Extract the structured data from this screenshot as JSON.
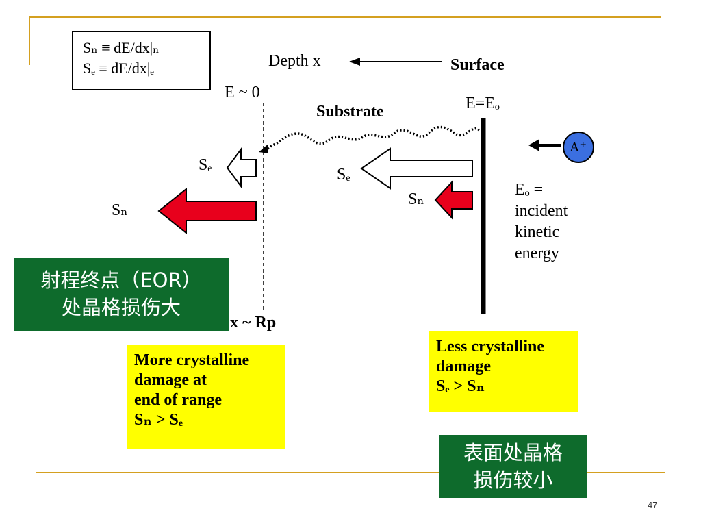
{
  "legend": {
    "sn_def": "Sₙ ≡ dE/dx|ₙ",
    "se_def": "Sₑ ≡ dE/dx|ₑ"
  },
  "diagram": {
    "depth_label": "Depth x",
    "surface_label": "Surface",
    "substrate_label": "Substrate",
    "e_zero_label": "E ~ 0",
    "e_eo_label": "E=Eₒ",
    "ion_label": "A⁺",
    "rp_label": "x ~ Rp",
    "left_se_label": "Sₑ",
    "left_sn_label": "Sₙ",
    "right_se_label": "Sₑ",
    "right_sn_label": "Sₙ",
    "eo_desc": [
      "Eₒ =",
      "incident",
      "kinetic",
      "energy"
    ]
  },
  "boxes": {
    "eor_cn_line1": "射程终点（EOR）",
    "eor_cn_line2": "处晶格损伤大",
    "more_damage": [
      "More crystalline",
      "damage at",
      "end of range",
      "Sₙ > Sₑ"
    ],
    "less_damage": [
      "Less crystalline",
      "damage",
      "Sₑ > Sₙ"
    ],
    "surface_cn_line1": "表面处晶格",
    "surface_cn_line2": "损伤较小"
  },
  "page": {
    "number": "47"
  },
  "colors": {
    "accent_line": "#d4a020",
    "green": "#0e6b2c",
    "yellow": "#ffff00",
    "red_arrow": "#e8001c",
    "ion_fill": "#3b6fe0"
  }
}
